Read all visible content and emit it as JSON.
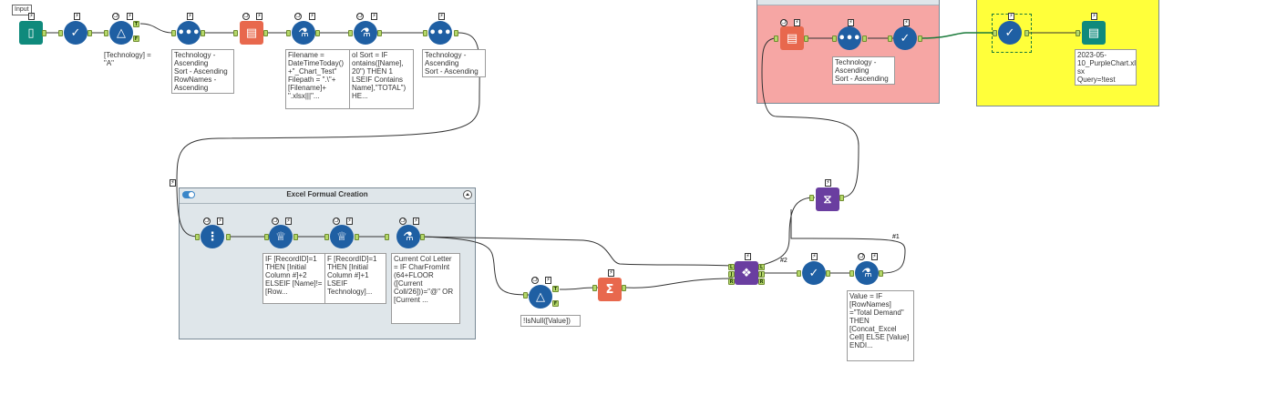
{
  "input_label": "Input",
  "containers": {
    "excel": {
      "title": "Excel Formual Creation",
      "color": "#dfe6ea"
    },
    "red": {
      "color": "#f6a6a4"
    },
    "yellow": {
      "color": "#ffff3a"
    }
  },
  "annotations": {
    "filter_a": "[Technology] =\n\"A\"",
    "sort1": "Technology -\nAscending\nSort - Ascending\nRowNames -\nAscending",
    "formula_filename": "Filename =\nDateTimeToday()\n+\"_Chart_Test\"\nFilepath = \".\\\"+\n[Filename]+\n\".xlsx|||\"...",
    "formula_colsort": "ol Sort = IF\nontains([Name],\n20\") THEN 1\nLSEIF Contains\nName],\"TOTAL\")\nHE...",
    "sort2": "Technology -\nAscending\nSort - Ascending",
    "sort_red": "Technology -\nAscending\nSort - Ascending",
    "output_file": "2023-05-\n10_PurpleChart.xl\nsx\nQuery=!test",
    "multirow1": "IF [RecordID]=1\nTHEN [Initial\nColumn #]+2\nELSEIF [Name]!=\n[Row...",
    "multirow2": "F [RecordID]=1\nTHEN [Initial\nColumn #]+1\nLSEIF\nTechnology]...",
    "formula_colletter": "Current Col Letter\n= IF CharFromInt\n(64+FLOOR\n([Current\nColl/26]))=\"@\" OR\n[Current ...",
    "filter_isnull": "!IsNull([Value])",
    "formula_value": "Value = IF\n[RowNames]\n=\"Total Demand\"\nTHEN\n[Concat_Excel\nCell] ELSE [Value]\nENDI..."
  },
  "anchor_labels": {
    "true": "T",
    "false": "F",
    "join_l": "L",
    "join_j": "J",
    "join_r": "R"
  },
  "wire_labels": {
    "w1": "#1",
    "w2": "#2"
  },
  "colors": {
    "blue": "#1f5fa3",
    "teal": "#0f8a7c",
    "purple": "#6a3ea0",
    "orange": "#e8684d",
    "anchor": "#b4d76a",
    "wire": "#333333",
    "wire_green": "#1a7a3a"
  },
  "icons": {
    "input": "book-icon",
    "select": "checkmark-icon",
    "filter": "triangle-filter-icon",
    "sort": "dots-icon",
    "dynamic_rename": "table-rename-icon",
    "formula": "flask-icon",
    "record_id": "numbered-list-icon",
    "multi_row": "crown-icon",
    "summarize": "sigma-icon",
    "union": "union-icon",
    "transpose": "dna-icon",
    "output": "document-icon"
  }
}
